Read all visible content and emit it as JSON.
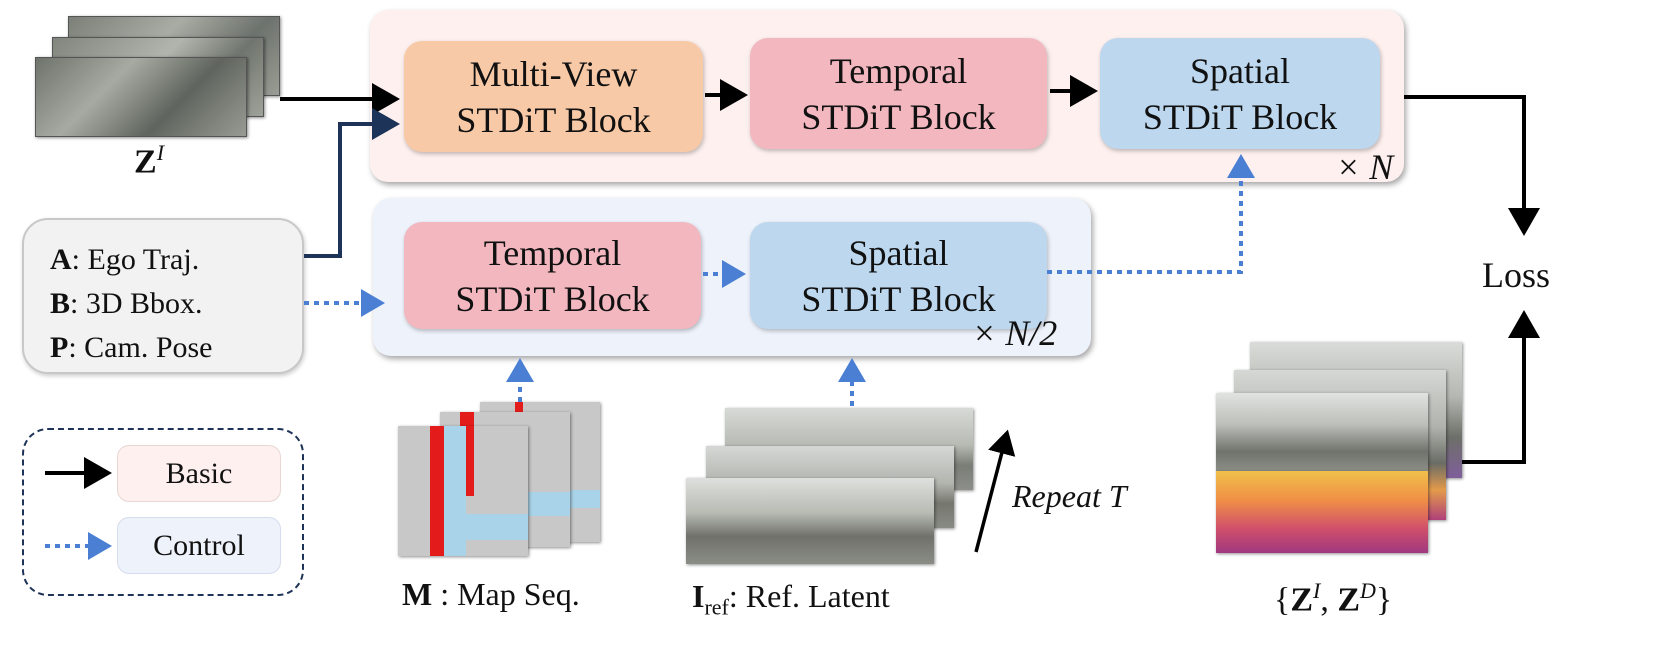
{
  "inputs": {
    "latent_label": "Z",
    "latent_sup": "I",
    "conditions": [
      {
        "key": "A",
        "text": ": Ego Traj."
      },
      {
        "key": "B",
        "text": ": 3D Bbox."
      },
      {
        "key": "P",
        "text": ": Cam. Pose"
      }
    ]
  },
  "main_branch": {
    "blocks": [
      {
        "line1": "Multi-View",
        "line2": "STDiT Block",
        "color": "#f7c9a6"
      },
      {
        "line1": "Temporal",
        "line2": "STDiT Block",
        "color": "#f2b7bf"
      },
      {
        "line1": "Spatial",
        "line2": "STDiT Block",
        "color": "#bcd7ee"
      }
    ],
    "repeat_label": "× N"
  },
  "control_branch": {
    "blocks": [
      {
        "line1": "Temporal",
        "line2": "STDiT Block",
        "color": "#f2b7bf"
      },
      {
        "line1": "Spatial",
        "line2": "STDiT Block",
        "color": "#bcd7ee"
      }
    ],
    "repeat_label": "× N/2"
  },
  "loss_label": "Loss",
  "legend": {
    "basic_label": "Basic",
    "control_label": "Control"
  },
  "captions": {
    "map_key": "M",
    "map_text": " : Map Seq.",
    "ref_key": "I",
    "ref_sub": "ref",
    "ref_text": ": Ref. Latent",
    "repeat_text": "Repeat T",
    "output_text": "{Z^I, Z^D}"
  },
  "colors": {
    "main_panel": "#fdf0ee",
    "control_panel": "#eef2fb",
    "basic_arrow": "#000000",
    "dark_arrow": "#1e3358",
    "control_arrow": "#4a7fd4"
  }
}
